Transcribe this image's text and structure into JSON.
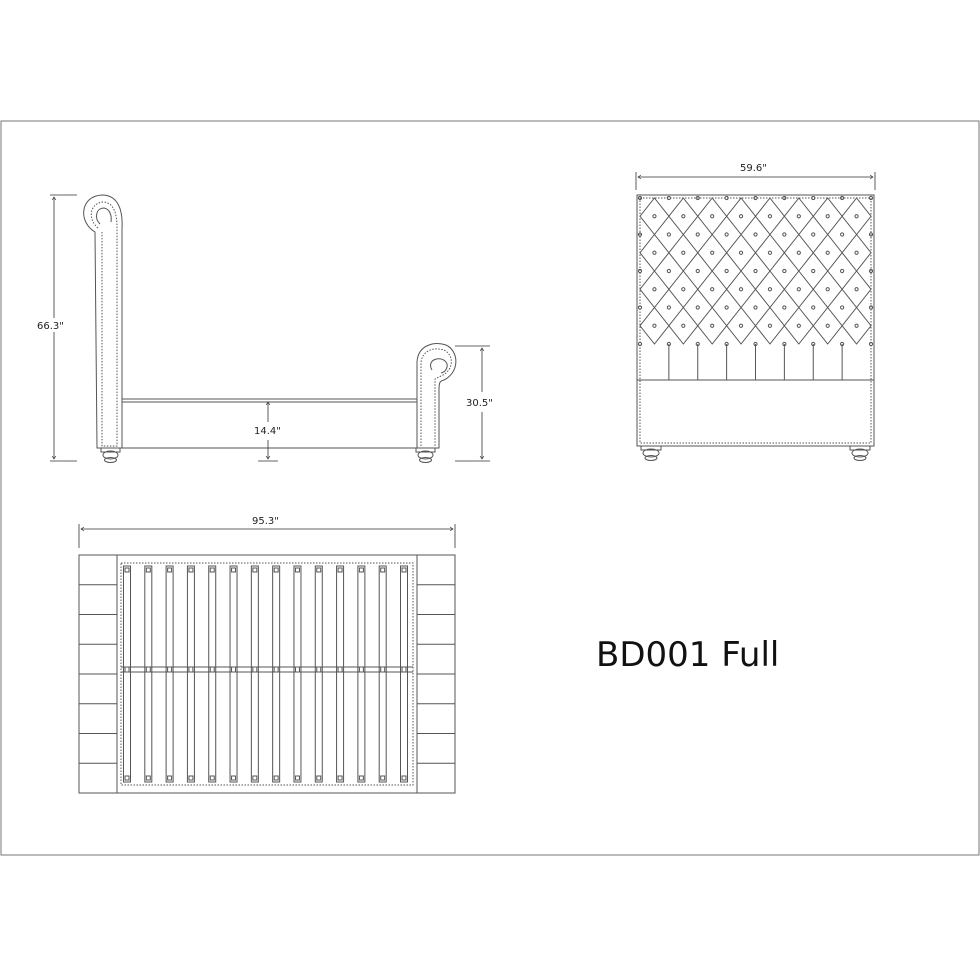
{
  "title": "BD001 Full",
  "side_view": {
    "overall_height": "66.3\"",
    "rail_height": "14.4\"",
    "footboard_height": "30.5\""
  },
  "front_view": {
    "width": "59.6\""
  },
  "top_view": {
    "length": "95.3\""
  }
}
